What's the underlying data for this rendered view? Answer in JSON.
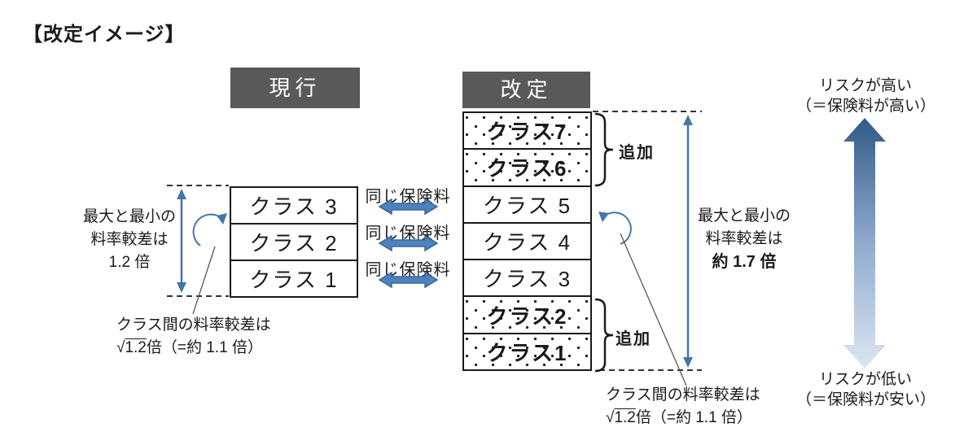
{
  "title": "【改定イメージ】",
  "current": {
    "header_label": "現行",
    "classes": [
      {
        "label": "クラス 3"
      },
      {
        "label": "クラス 2"
      },
      {
        "label": "クラス 1"
      }
    ],
    "range_note": {
      "line1": "最大と最小の",
      "line2": "料率較差は",
      "line3": "1.2 倍"
    },
    "step_note": {
      "line1": "クラス間の料率較差は",
      "sqrt_sign": "√",
      "sqrt_value": "1.2",
      "rest": "倍（=約 1.1 倍）"
    }
  },
  "middle": {
    "same_premium_label": "同じ保険料"
  },
  "revised": {
    "header_label": "改定",
    "classes": [
      {
        "label": "クラス7",
        "added": true
      },
      {
        "label": "クラス6",
        "added": true
      },
      {
        "label": "クラス 5",
        "added": false
      },
      {
        "label": "クラス 4",
        "added": false
      },
      {
        "label": "クラス 3",
        "added": false
      },
      {
        "label": "クラス2",
        "added": true
      },
      {
        "label": "クラス1",
        "added": true
      }
    ],
    "added_top_label": "追加",
    "added_bottom_label": "追加",
    "range_note": {
      "line1": "最大と最小の",
      "line2": "料率較差は",
      "line3": "約 1.7 倍"
    },
    "step_note": {
      "line1": "クラス間の料率較差は",
      "sqrt_sign": "√",
      "sqrt_value": "1.2",
      "rest": "倍（=約 1.1 倍）"
    }
  },
  "risk": {
    "high_line1": "リスクが高い",
    "high_line2": "（＝保険料が高い）",
    "low_line1": "リスクが低い",
    "low_line2": "（＝保険料が安い）"
  },
  "colors": {
    "header_bg": "#595959",
    "arrow_blue": "#4f81bd",
    "arrow_blue_border": "#3a679c",
    "thin_arrow_blue": "#4576a9",
    "gradient_top": "#315a88",
    "gradient_mid": "#8fabcd",
    "gradient_bottom": "#dce6f2"
  }
}
